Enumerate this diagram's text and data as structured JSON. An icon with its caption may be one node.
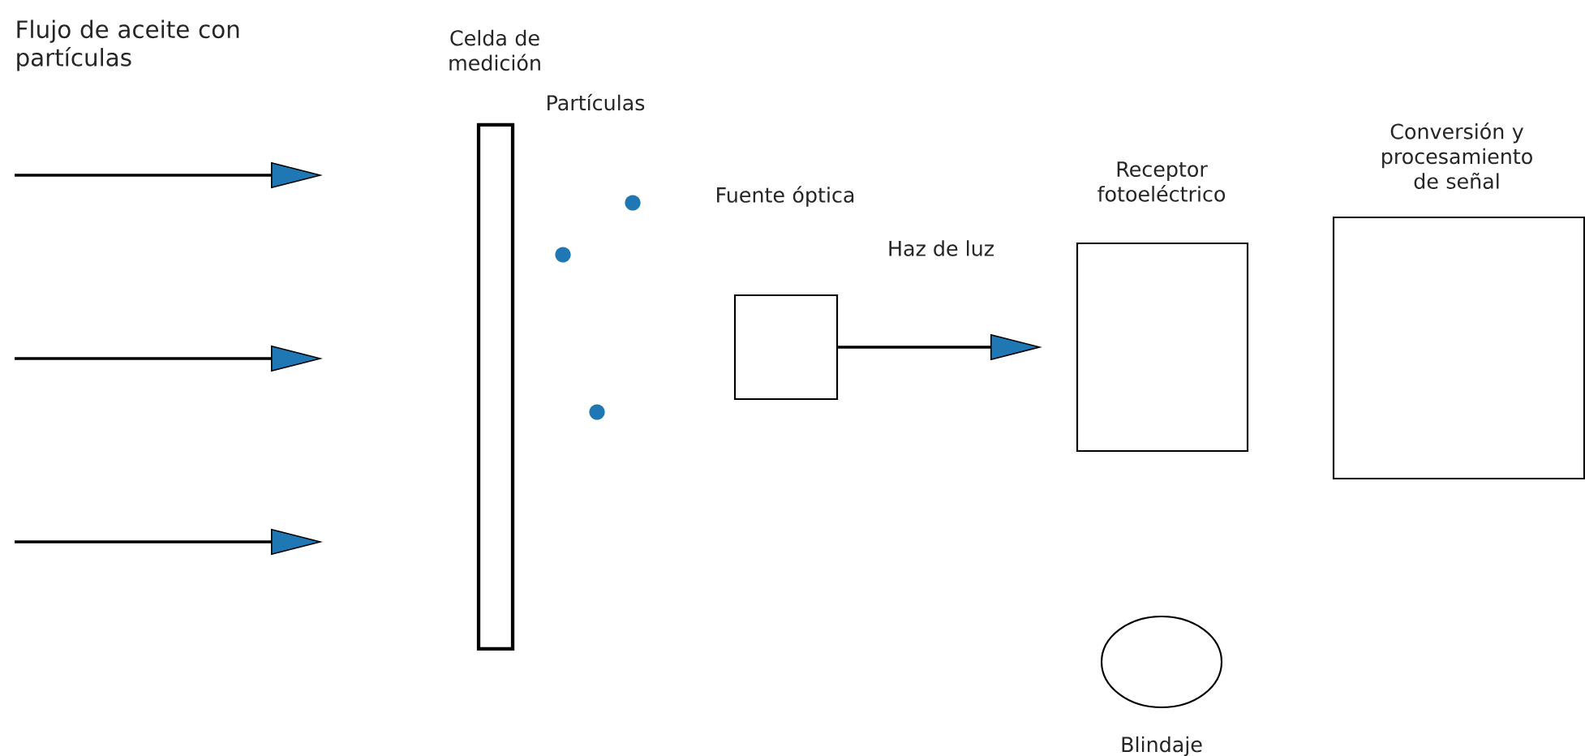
{
  "diagram": {
    "nodes": [
      {
        "text": [
          "Celda de medición"
        ]
      },
      {
        "text": [
          "Fuente óptica"
        ]
      },
      {
        "text": [
          "Receptor fotoeléctrico"
        ]
      },
      {
        "text": [
          "Conversión y procesamiento de señal"
        ]
      },
      {
        "text": [
          "Blindaje"
        ]
      }
    ],
    "edges": [
      {
        "from": 1,
        "to": 2,
        "arrow": "to",
        "label": "Haz de luz"
      }
    ],
    "labels": [
      "Flujo de aceite con partículas",
      "Partículas"
    ]
  }
}
